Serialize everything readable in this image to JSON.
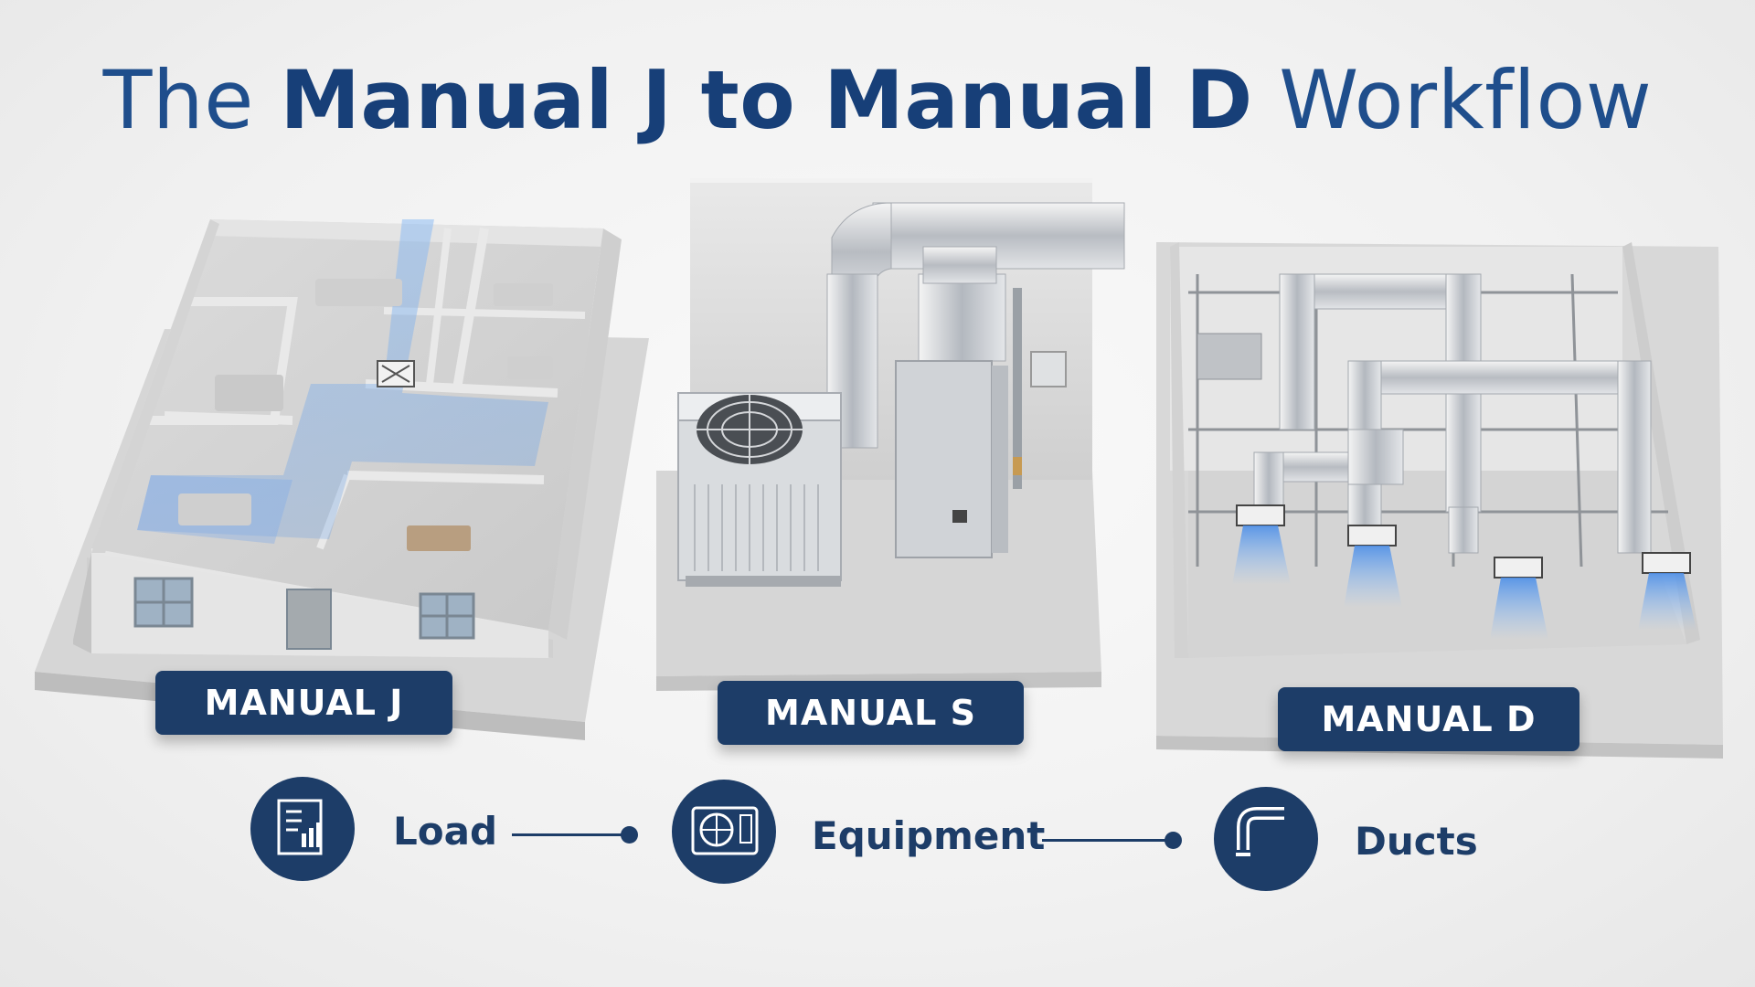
{
  "title": {
    "prefix": "The ",
    "bold": "Manual J to Manual D",
    "suffix": " Workflow"
  },
  "panels": [
    {
      "label": "MANUAL J"
    },
    {
      "label": "MANUAL S"
    },
    {
      "label": "MANUAL D"
    }
  ],
  "steps": [
    {
      "label": "Load",
      "icon": "document-chart-icon"
    },
    {
      "label": "Equipment",
      "icon": "hvac-unit-icon"
    },
    {
      "label": "Ducts",
      "icon": "duct-pipe-icon"
    }
  ],
  "colors": {
    "navy": "#1d3d68",
    "title_blue": "#1f4e8c",
    "airflow_blue": "#6aa6ef"
  }
}
